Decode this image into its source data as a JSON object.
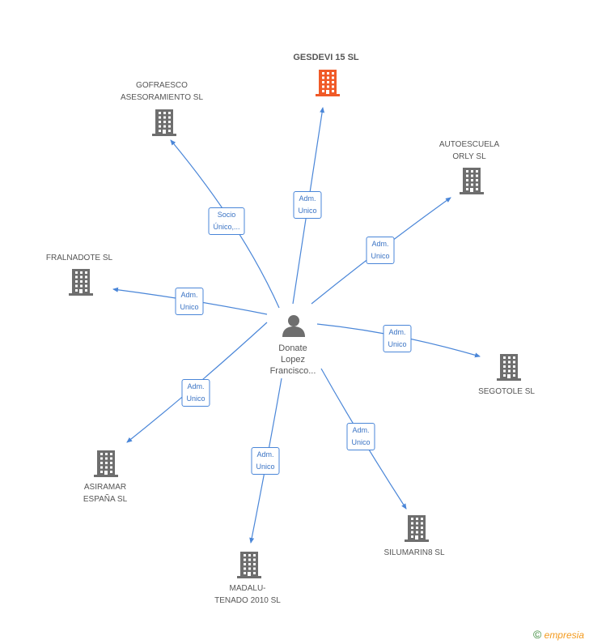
{
  "center": {
    "label": "Donate\nLopez\nFrancisco..."
  },
  "nodes": [
    {
      "id": "gesdevi",
      "label": "GESDEVI 15 SL",
      "highlight": true,
      "relation": "Adm.\nUnico"
    },
    {
      "id": "gofraesco",
      "label": "GOFRAESCO\nASESORAMIENTO SL",
      "highlight": false,
      "relation": "Socio\nÚnico,..."
    },
    {
      "id": "autoescuela",
      "label": "AUTOESCUELA\nORLY SL",
      "highlight": false,
      "relation": "Adm.\nUnico"
    },
    {
      "id": "fralnadote",
      "label": "FRALNADOTE SL",
      "highlight": false,
      "relation": "Adm.\nUnico"
    },
    {
      "id": "segotole",
      "label": "SEGOTOLE SL",
      "highlight": false,
      "relation": "Adm.\nUnico"
    },
    {
      "id": "asiramar",
      "label": "ASIRAMAR\nESPAÑA SL",
      "highlight": false,
      "relation": "Adm.\nUnico"
    },
    {
      "id": "madalu",
      "label": "MADALU-\nTENADO 2010 SL",
      "highlight": false,
      "relation": "Adm.\nUnico"
    },
    {
      "id": "silumarin",
      "label": "SILUMARIN8 SL",
      "highlight": false,
      "relation": "Adm.\nUnico"
    }
  ],
  "colors": {
    "edge": "#4a86d8",
    "building": "#6e6e6e",
    "building_highlight": "#f05a28",
    "person": "#6e6e6e"
  },
  "watermark": {
    "symbol": "©",
    "brand_initial": "e",
    "brand_rest": "mpresia"
  }
}
